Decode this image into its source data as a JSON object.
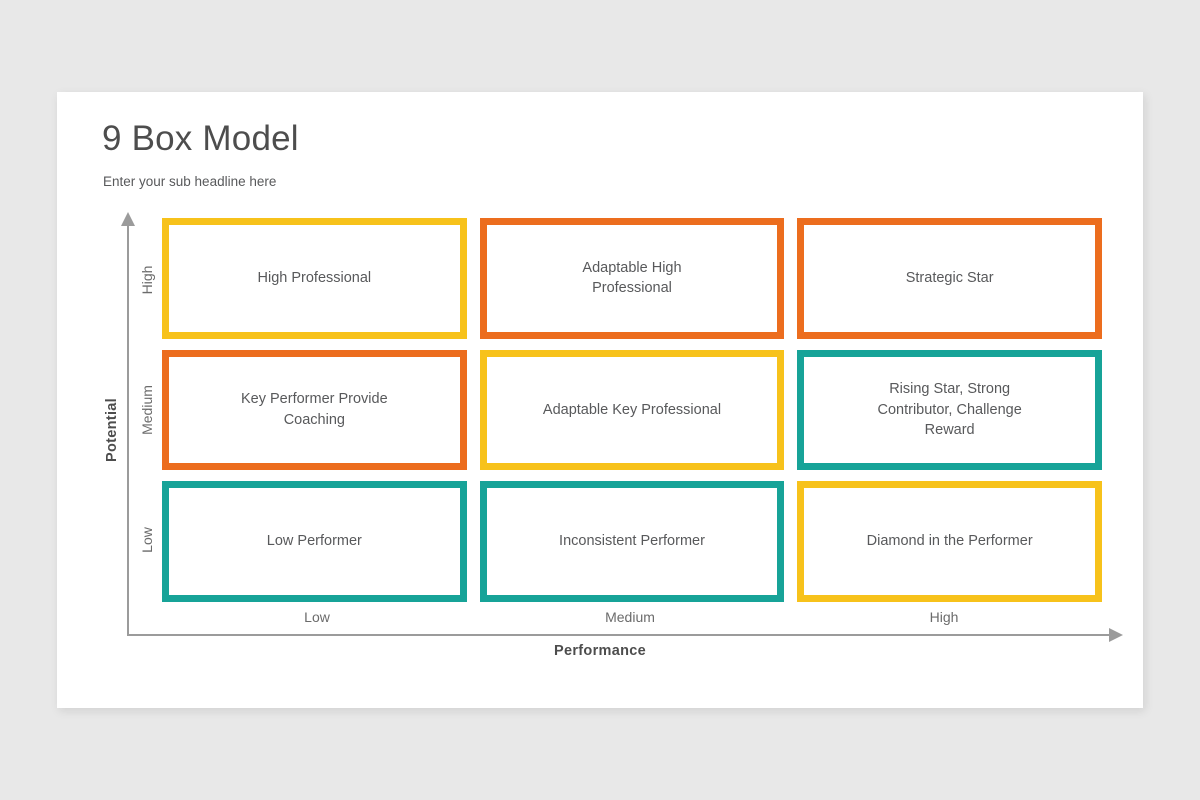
{
  "header": {
    "title": "9 Box Model",
    "subtitle": "Enter your sub headline here"
  },
  "axes": {
    "y_title": "Potential",
    "x_title": "Performance",
    "y_ticks": [
      "High",
      "Medium",
      "Low"
    ],
    "x_ticks": [
      "Low",
      "Medium",
      "High"
    ]
  },
  "colors": {
    "yellow": "#f7c21b",
    "orange": "#ec6d1e",
    "teal": "#17a398",
    "background": "#e8e8e8",
    "card": "#ffffff",
    "axis": "#9b9b9b",
    "text": "#58595b",
    "title_text": "#4d4d4d"
  },
  "chart_data": {
    "type": "table",
    "title": "9 Box Model",
    "subtitle": "Enter your sub headline here",
    "xlabel": "Performance",
    "ylabel": "Potential",
    "x_categories": [
      "Low",
      "Medium",
      "High"
    ],
    "y_categories": [
      "High",
      "Medium",
      "Low"
    ],
    "grid": false,
    "legend": "none",
    "cells": [
      {
        "row": "High",
        "col": "Low",
        "label": "High Professional",
        "color_name": "yellow",
        "color": "#f7c21b"
      },
      {
        "row": "High",
        "col": "Medium",
        "label": "Adaptable High\nProfessional",
        "color_name": "orange",
        "color": "#ec6d1e"
      },
      {
        "row": "High",
        "col": "High",
        "label": "Strategic Star",
        "color_name": "orange",
        "color": "#ec6d1e"
      },
      {
        "row": "Medium",
        "col": "Low",
        "label": "Key Performer Provide\nCoaching",
        "color_name": "orange",
        "color": "#ec6d1e"
      },
      {
        "row": "Medium",
        "col": "Medium",
        "label": "Adaptable Key Professional",
        "color_name": "yellow",
        "color": "#f7c21b"
      },
      {
        "row": "Medium",
        "col": "High",
        "label": "Rising Star, Strong\nContributor, Challenge\nReward",
        "color_name": "teal",
        "color": "#17a398"
      },
      {
        "row": "Low",
        "col": "Low",
        "label": "Low Performer",
        "color_name": "teal",
        "color": "#17a398"
      },
      {
        "row": "Low",
        "col": "Medium",
        "label": "Inconsistent Performer",
        "color_name": "teal",
        "color": "#17a398"
      },
      {
        "row": "Low",
        "col": "High",
        "label": "Diamond in the Performer",
        "color_name": "yellow",
        "color": "#f7c21b"
      }
    ]
  }
}
